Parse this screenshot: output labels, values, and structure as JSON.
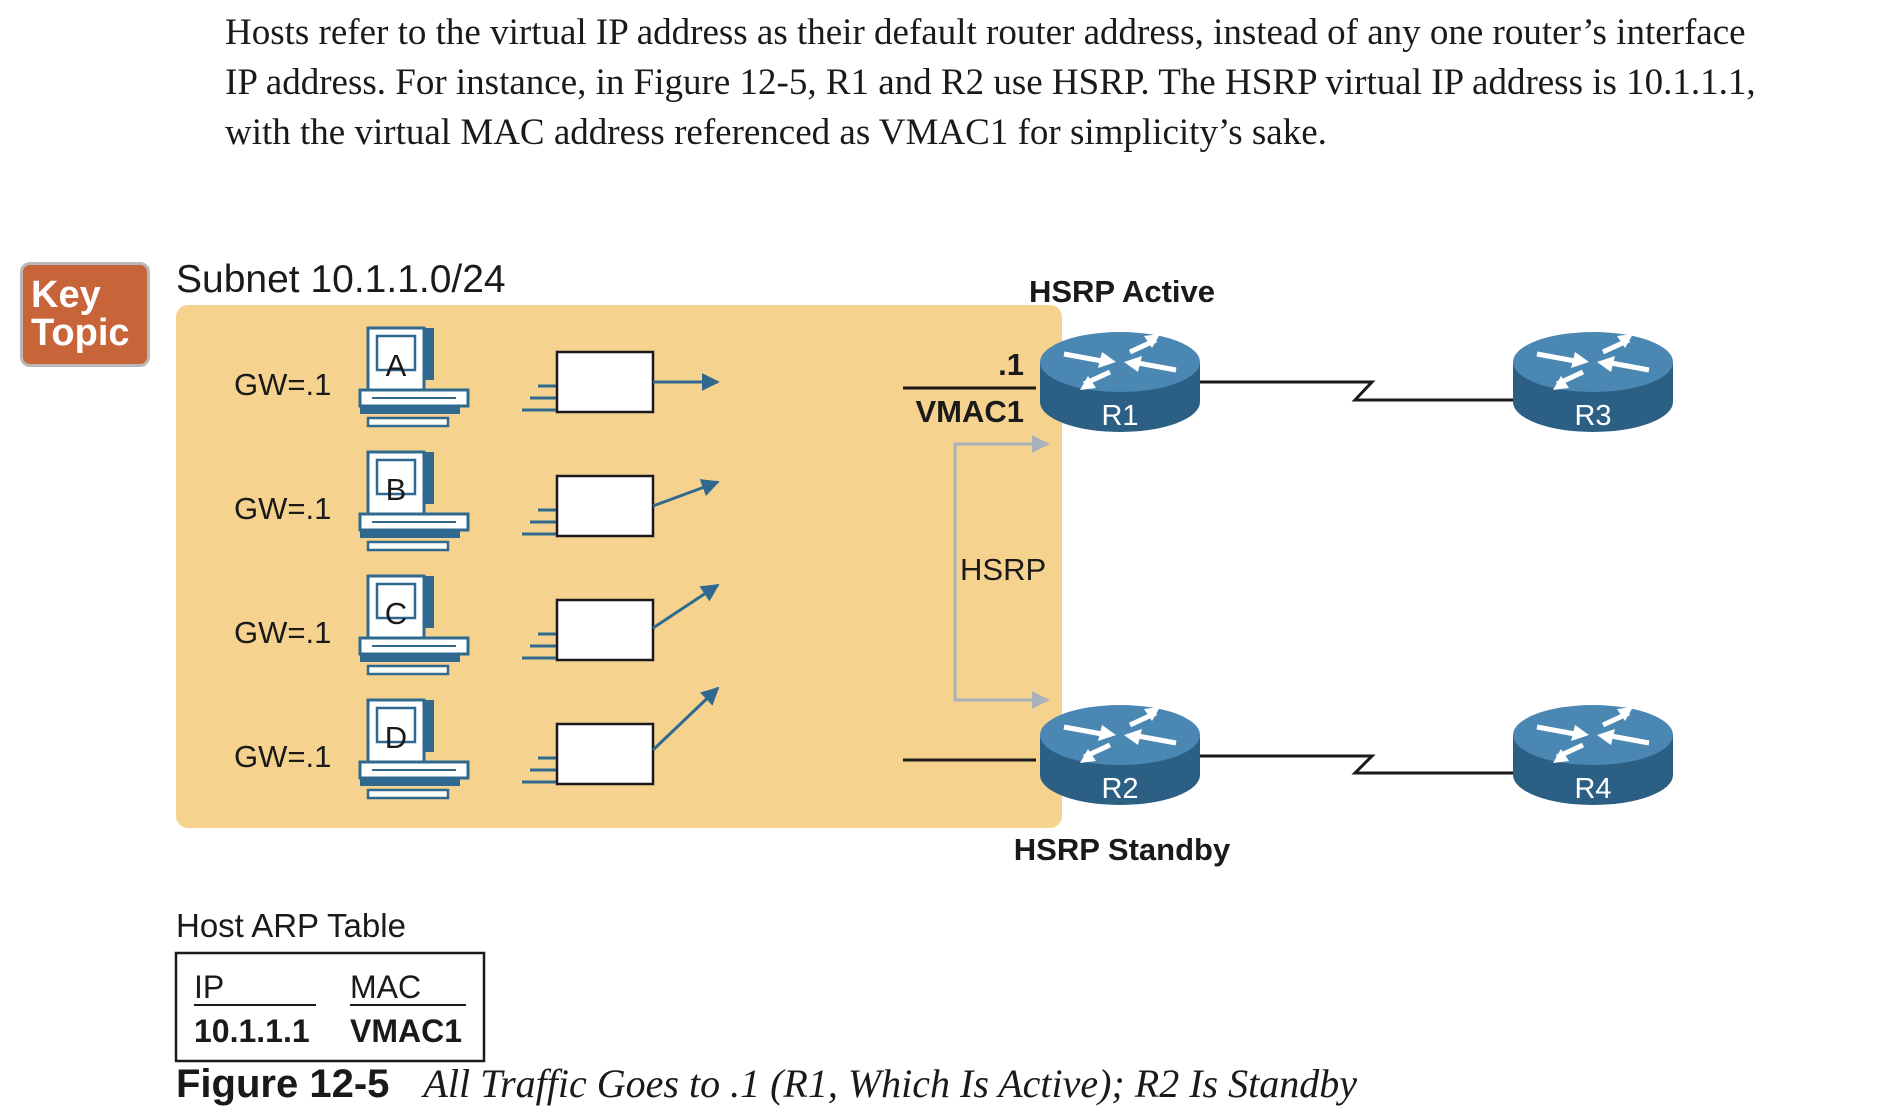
{
  "paragraph": "Hosts refer to the virtual IP address as their default router address, instead of any one router’s interface IP address. For instance, in Figure 12-5, R1 and R2 use HSRP. The HSRP virtual IP address is 10.1.1.1, with the virtual MAC address referenced as VMAC1 for simplicity’s sake.",
  "key_topic": {
    "line1": "Key",
    "line2": "Topic"
  },
  "subnet_label": "Subnet 10.1.1.0/24",
  "hosts": [
    {
      "letter": "A",
      "gateway": "GW=.1"
    },
    {
      "letter": "B",
      "gateway": "GW=.1"
    },
    {
      "letter": "C",
      "gateway": "GW=.1"
    },
    {
      "letter": "D",
      "gateway": "GW=.1"
    }
  ],
  "virtual_ip_label": ".1",
  "virtual_mac_label": "VMAC1",
  "hsrp_label": "HSRP",
  "active_label": "HSRP Active",
  "standby_label": "HSRP Standby",
  "routers": [
    "R1",
    "R2",
    "R3",
    "R4"
  ],
  "arp_table": {
    "title": "Host ARP Table",
    "headers": [
      "IP",
      "MAC"
    ],
    "row": [
      "10.1.1.1",
      "VMAC1"
    ]
  },
  "caption": {
    "number": "Figure 12-5",
    "text": "All Traffic Goes to .1 (R1, Which Is Active); R2 Is Standby"
  },
  "colors": {
    "subnet_fill": "#f5d38f",
    "router_blue": "#2f6990",
    "key_topic": "#c8643a",
    "hsrp_arrow": "#a8b2bb"
  }
}
